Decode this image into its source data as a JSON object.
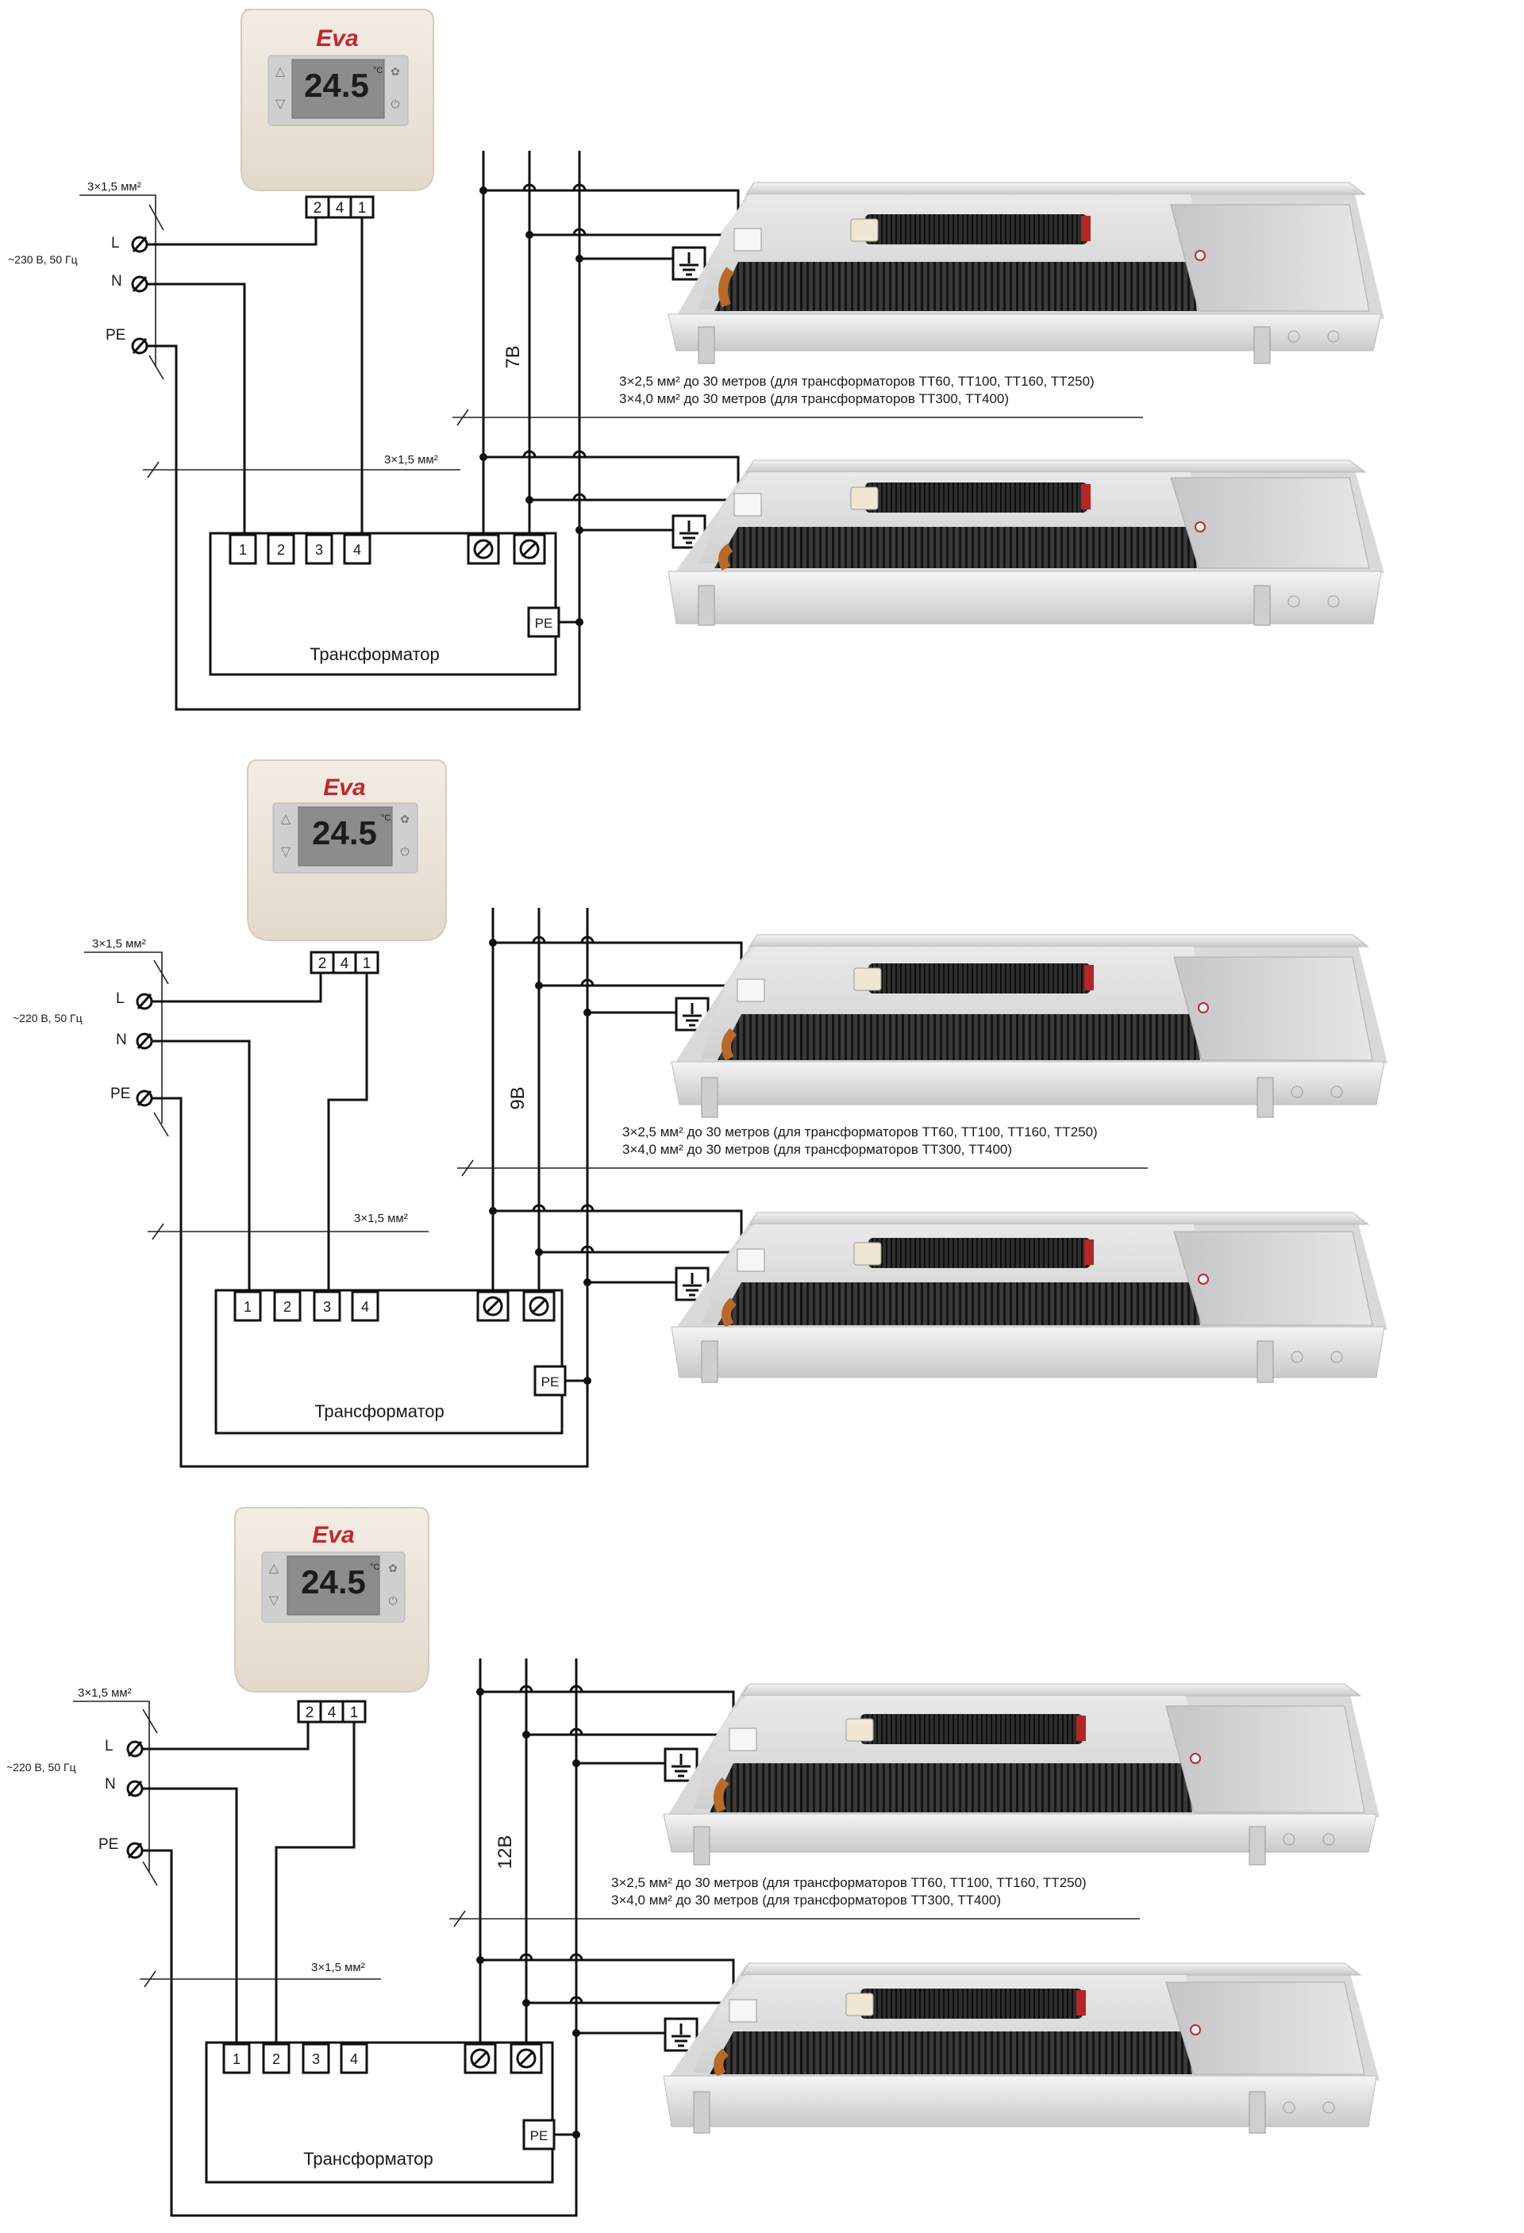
{
  "thermostat": {
    "brand": "Eva",
    "display": "24.5",
    "unit": "°C"
  },
  "colors": {
    "wire": "#111111",
    "thermostat_body": "#ece4d9",
    "lcd": "#8c8c8c",
    "convector_grille": "#2b2b2b",
    "brand": "#c0272d"
  },
  "diagrams": [
    {
      "supply": "~230 В, 50 Гц",
      "cable_in": "3×1,5 мм²",
      "cable_mid": "3×1,5 мм²",
      "voltage": "7В",
      "cable_out_1": "3×2,5 мм² до 30 метров (для трансформаторов ТТ60, ТТ100, ТТ160, ТТ250)",
      "cable_out_2": "3×4,0 мм² до 30 метров (для трансформаторов ТТ300, ТТ400)",
      "terminals_in": [
        "L",
        "N",
        "PE"
      ],
      "thermostat_terminals": [
        "2",
        "4",
        "1"
      ],
      "transformer_terminals": [
        "1",
        "2",
        "3",
        "4"
      ],
      "transformer_label": "Трансформатор",
      "pe_label": "PE"
    },
    {
      "supply": "~220 В, 50 Гц",
      "cable_in": "3×1,5 мм²",
      "cable_mid": "3×1,5 мм²",
      "voltage": "9В",
      "cable_out_1": "3×2,5 мм² до 30 метров (для трансформаторов ТТ60, ТТ100, ТТ160, ТТ250)",
      "cable_out_2": "3×4,0 мм² до 30 метров (для трансформаторов ТТ300, ТТ400)",
      "terminals_in": [
        "L",
        "N",
        "PE"
      ],
      "thermostat_terminals": [
        "2",
        "4",
        "1"
      ],
      "transformer_terminals": [
        "1",
        "2",
        "3",
        "4"
      ],
      "transformer_label": "Трансформатор",
      "pe_label": "PE"
    },
    {
      "supply": "~220 В, 50 Гц",
      "cable_in": "3×1,5 мм²",
      "cable_mid": "3×1,5 мм²",
      "voltage": "12В",
      "cable_out_1": "3×2,5 мм² до 30 метров (для трансформаторов ТТ60, ТТ100, ТТ160, ТТ250)",
      "cable_out_2": "3×4,0 мм² до 30 метров (для трансформаторов ТТ300, ТТ400)",
      "terminals_in": [
        "L",
        "N",
        "PE"
      ],
      "thermostat_terminals": [
        "2",
        "4",
        "1"
      ],
      "transformer_terminals": [
        "1",
        "2",
        "3",
        "4"
      ],
      "transformer_label": "Трансформатор",
      "pe_label": "PE"
    }
  ]
}
